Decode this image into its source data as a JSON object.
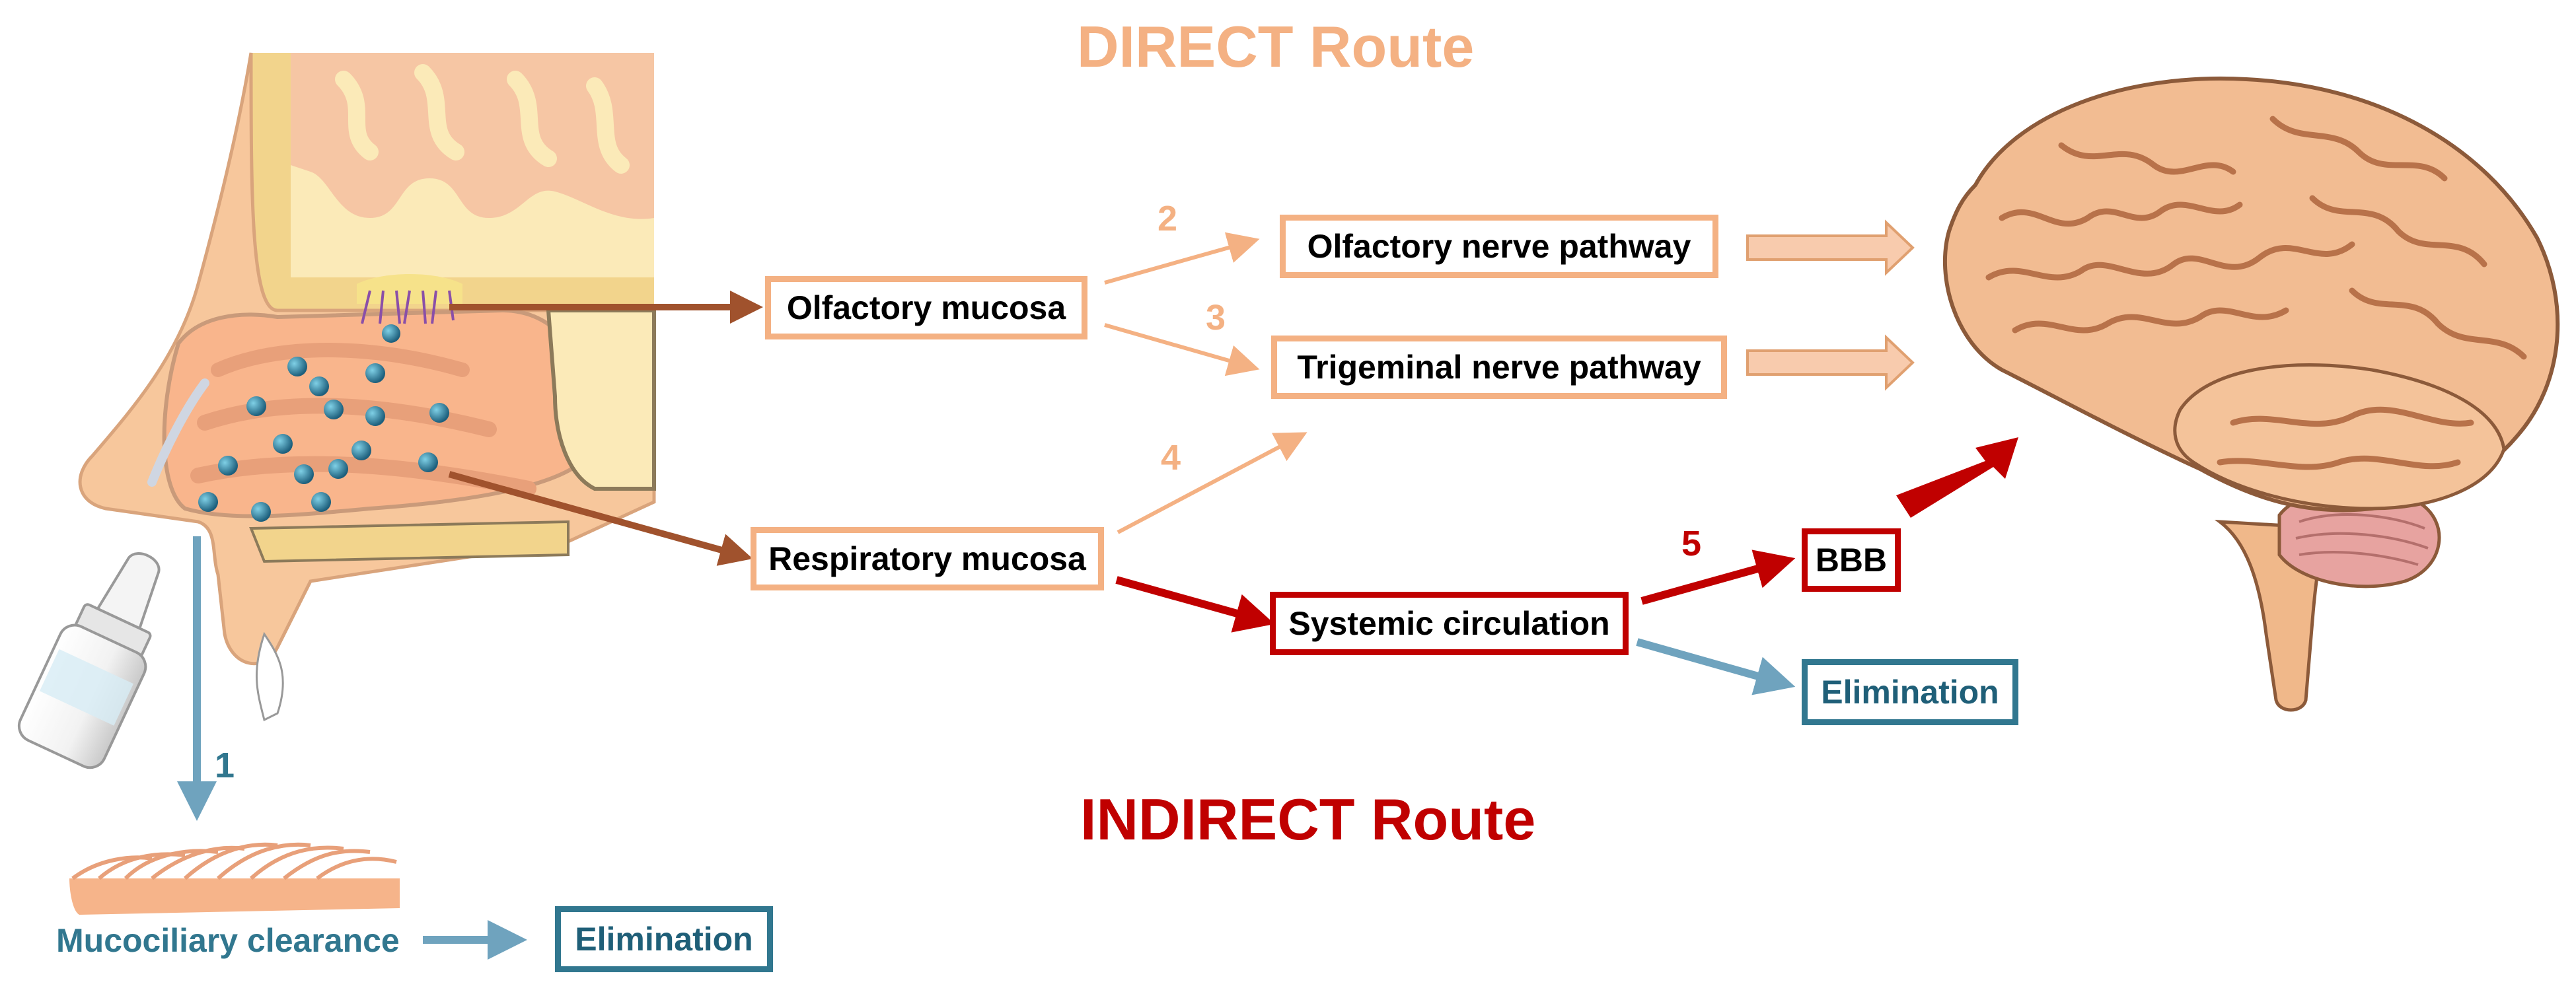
{
  "titles": {
    "direct": "DIRECT Route",
    "indirect": "INDIRECT Route"
  },
  "boxes": {
    "olfactory_mucosa": "Olfactory mucosa",
    "respiratory_mucosa": "Respiratory mucosa",
    "olfactory_nerve": "Olfactory nerve pathway",
    "trigeminal_nerve": "Trigeminal nerve pathway",
    "systemic_circulation": "Systemic circulation",
    "bbb": "BBB",
    "elimination_systemic": "Elimination",
    "elimination_mucociliary": "Elimination"
  },
  "labels": {
    "mucociliary_clearance": "Mucociliary clearance"
  },
  "pathway_numbers": {
    "n1": "1",
    "n2": "2",
    "n3": "3",
    "n4": "4",
    "n5": "5"
  },
  "colors": {
    "direct": "#f4b183",
    "indirect": "#c00000",
    "clearance": "#31778f",
    "uptake": "#a0522d"
  }
}
